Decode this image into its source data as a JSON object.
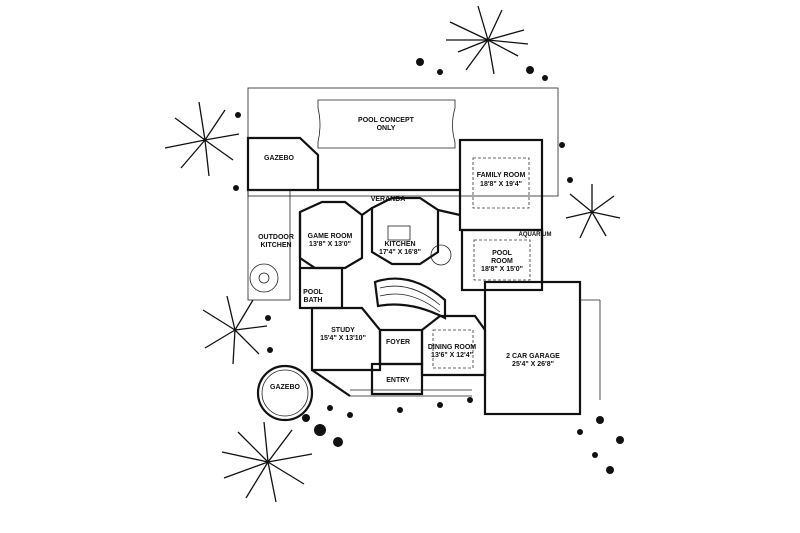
{
  "rooms": {
    "pool_concept": "POOL CONCEPT",
    "pool_concept_note": "ONLY",
    "gazebo_top": "GAZEBO",
    "veranda": "VERANDA",
    "family_room": "FAMILY ROOM",
    "family_room_size": "18'8\" X 19'4\"",
    "outdoor_kitchen_1": "OUTDOOR",
    "outdoor_kitchen_2": "KITCHEN",
    "game_room": "GAME ROOM",
    "game_room_size": "13'8\" X 13'0\"",
    "kitchen": "KITCHEN",
    "kitchen_size": "17'4\" X 16'8\"",
    "aquarium": "AQUARIUM",
    "pool_room_1": "POOL",
    "pool_room_2": "ROOM",
    "pool_room_size": "18'8\" X 15'0\"",
    "pool_bath_1": "POOL",
    "pool_bath_2": "BATH",
    "study": "STUDY",
    "study_size": "15'4\" X 13'10\"",
    "foyer": "FOYER",
    "dining_room": "DINING ROOM",
    "dining_room_size": "13'6\" X 12'4\"",
    "garage": "2 CAR GARAGE",
    "garage_size": "25'4\" X 26'8\"",
    "gazebo_bottom": "GAZEBO",
    "entry": "ENTRY"
  }
}
